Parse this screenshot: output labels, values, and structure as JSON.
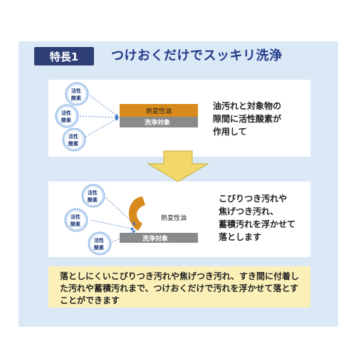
{
  "header": {
    "badge": "特長1",
    "title": "つけおくだけでスッキリ洗浄"
  },
  "diagram1": {
    "oxygen_line1": "活性",
    "oxygen_line2": "酸素",
    "layer_top": "熱変性油",
    "layer_bottom": "洗浄対象",
    "description": [
      "油汚れと対象物の",
      "隙間に活性酸素が",
      "作用して"
    ]
  },
  "diagram2": {
    "oxygen_line1": "活性",
    "oxygen_line2": "酸素",
    "layer_top": "熱変性油",
    "layer_bottom": "洗浄対象",
    "description": [
      "こびりつき汚れや",
      "焦げつき汚れ、",
      "蓄積汚れを浮かせて",
      "落とします"
    ]
  },
  "summary": "落としにくいこびりつき汚れや焦げつき汚れ、すき間に付着した汚れや蓄積汚れまで、つけおくだけで汚れを浮かせて落とすことができます",
  "colors": {
    "background": "#dbe9f6",
    "badge": "#2e3f77",
    "title": "#233a8a",
    "oil": "#d88a1c",
    "object": "#8a8a8a",
    "arrow": "#f2d86a",
    "summary_bg": "#fbf0b8"
  }
}
